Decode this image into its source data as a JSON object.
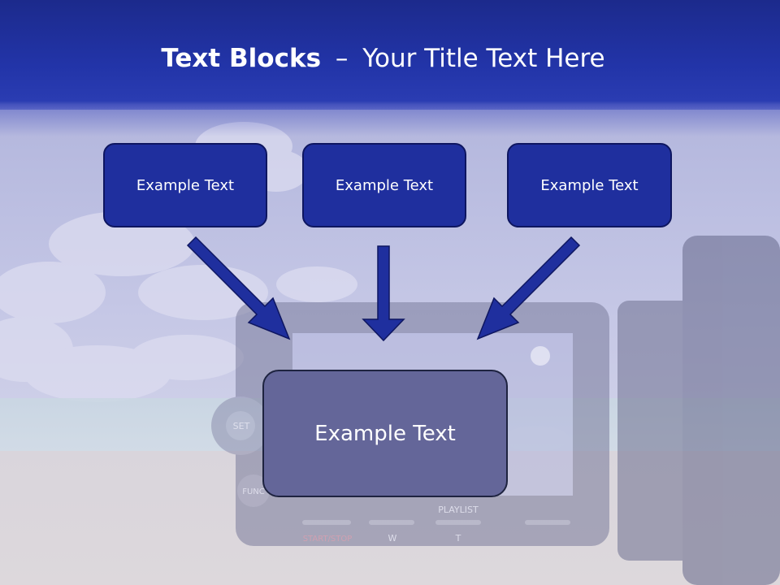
{
  "slide": {
    "title_bold": "Text Blocks",
    "title_separator": "–",
    "title_rest": "Your Title Text Here"
  },
  "blocks": [
    {
      "label": "Example Text"
    },
    {
      "label": "Example Text"
    },
    {
      "label": "Example Text"
    }
  ],
  "center_block": {
    "label": "Example Text"
  },
  "camera": {
    "set_label": "SET",
    "func_label": "FUNC",
    "playlist_label": "PLAYLIST",
    "start_stop_label": "START/STOP",
    "w_label": "W",
    "t_label": "T"
  },
  "colors": {
    "header": "#2234a8",
    "block_fill": "#1f2f9e",
    "block_border": "#0e1660",
    "center_fill": "#646699",
    "arrow": "#1f2f9e"
  }
}
